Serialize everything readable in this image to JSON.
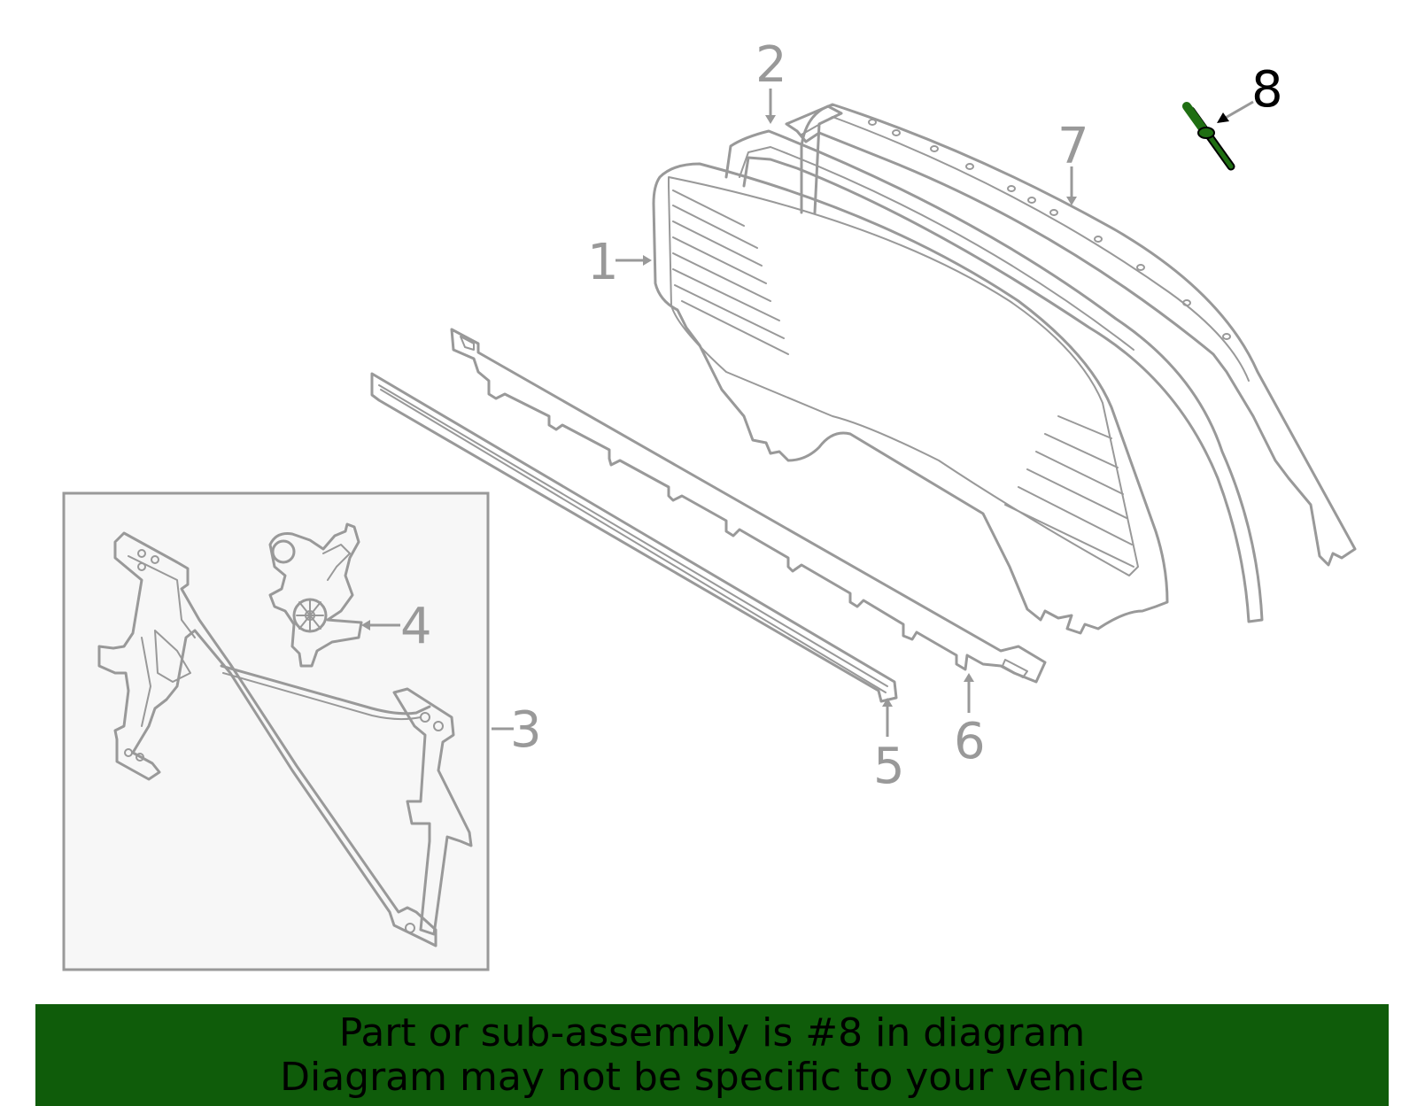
{
  "callouts": [
    {
      "id": "1",
      "label": "1"
    },
    {
      "id": "2",
      "label": "2"
    },
    {
      "id": "3",
      "label": "3"
    },
    {
      "id": "4",
      "label": "4"
    },
    {
      "id": "5",
      "label": "5"
    },
    {
      "id": "6",
      "label": "6"
    },
    {
      "id": "7",
      "label": "7"
    },
    {
      "id": "8",
      "label": "8",
      "highlighted": true
    }
  ],
  "banner": {
    "line1": "Part or sub-assembly is #8 in diagram",
    "line2": "Diagram may not be specific to your vehicle"
  },
  "colors": {
    "line_art": "#999999",
    "highlight_part": "#1f6e12",
    "banner_bg": "#0f5c0a",
    "inset_bg": "#f7f7f7"
  }
}
